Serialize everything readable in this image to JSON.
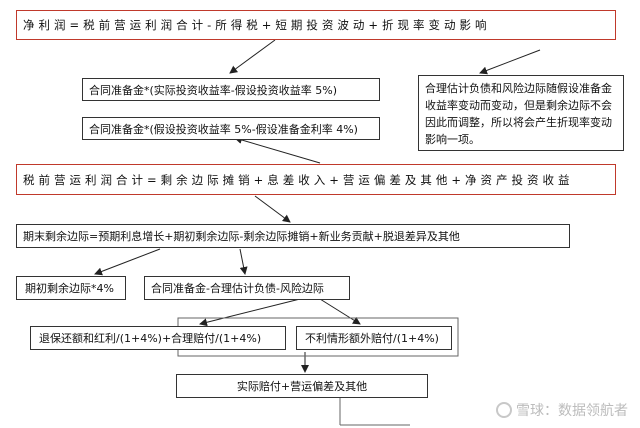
{
  "boxes": {
    "net_profit": "净利润=税前营运利润合计-所得税+短期投资波动+折现率变动影响",
    "reserve_actual_rate": "合同准备金*(实际投资收益率-假设投资收益率 5%)",
    "reserve_assumed_rate": "合同准备金*(假设投资收益率 5%-假设准备金利率 4%)",
    "note": "合理估计负债和风险边际随假设准备金收益率变动而变动，但是剩余边际不会因此而调整，所以将会产生折现率变动影响一项。",
    "pretax_profit": "税前营运利润合计=剩余边际摊销+息差收入+营运偏差及其他+净资产投资收益",
    "ending_margin": "期末剩余边际=预期利息增长+期初剩余边际-剩余边际摊销+新业务贡献+脱退差异及其他",
    "opening_margin": "期初剩余边际*4%",
    "reserve_minus": "合同准备金-合理估计负债-风险边际",
    "surrender": "退保还额和红利/(1+4%)+合理赔付/(1+4%)",
    "adverse": "不利情形额外赔付/(1+4%)",
    "actual_claims": "实际赔付+营运偏差及其他"
  },
  "watermark": "雪球：数据领航者"
}
